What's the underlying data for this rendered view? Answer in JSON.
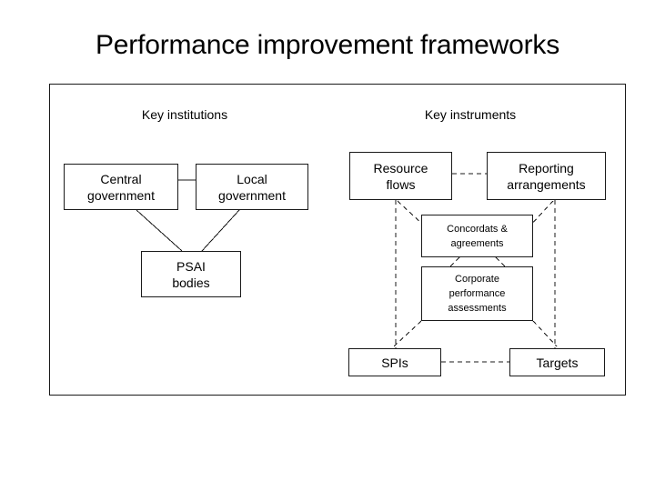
{
  "slide": {
    "title": "Performance improvement frameworks"
  },
  "diagram": {
    "sections": [
      {
        "id": "key-institutions",
        "label": "Key institutions"
      },
      {
        "id": "key-instruments",
        "label": "Key instruments"
      }
    ],
    "nodes": [
      {
        "id": "central-government",
        "label": "Central\ngovernment",
        "section": "key-institutions"
      },
      {
        "id": "local-government",
        "label": "Local\ngovernment",
        "section": "key-institutions"
      },
      {
        "id": "psai-bodies",
        "label": "PSAI\nbodies",
        "section": "key-institutions"
      },
      {
        "id": "resource-flows",
        "label": "Resource\nflows",
        "section": "key-instruments"
      },
      {
        "id": "reporting-arrangements",
        "label": "Reporting\narrangements",
        "section": "key-instruments"
      },
      {
        "id": "concordats-agreements",
        "label": "Concordats &\nagreements",
        "section": "key-instruments"
      },
      {
        "id": "corporate-performance-assessments",
        "label": "Corporate\nperformance\nassessments",
        "section": "key-instruments"
      },
      {
        "id": "spis",
        "label": "SPIs",
        "section": "key-instruments"
      },
      {
        "id": "targets",
        "label": "Targets",
        "section": "key-instruments"
      }
    ],
    "connectors": [
      {
        "from": "central-government",
        "to": "local-government",
        "style": "solid"
      },
      {
        "from": "central-government",
        "to": "psai-bodies",
        "style": "solid"
      },
      {
        "from": "local-government",
        "to": "psai-bodies",
        "style": "solid"
      },
      {
        "from": "resource-flows",
        "to": "reporting-arrangements",
        "style": "dashed"
      },
      {
        "from": "resource-flows",
        "to": "concordats-agreements",
        "style": "dashed"
      },
      {
        "from": "reporting-arrangements",
        "to": "concordats-agreements",
        "style": "dashed"
      },
      {
        "from": "concordats-agreements",
        "to": "corporate-performance-assessments",
        "style": "dashed"
      },
      {
        "from": "resource-flows",
        "to": "spis",
        "style": "dashed"
      },
      {
        "from": "reporting-arrangements",
        "to": "targets",
        "style": "dashed"
      },
      {
        "from": "corporate-performance-assessments",
        "to": "spis",
        "style": "dashed"
      },
      {
        "from": "corporate-performance-assessments",
        "to": "targets",
        "style": "dashed"
      },
      {
        "from": "spis",
        "to": "targets",
        "style": "dashed"
      }
    ]
  },
  "colors": {
    "line": "#1a1a1a",
    "text": "#000000",
    "background": "#ffffff"
  }
}
